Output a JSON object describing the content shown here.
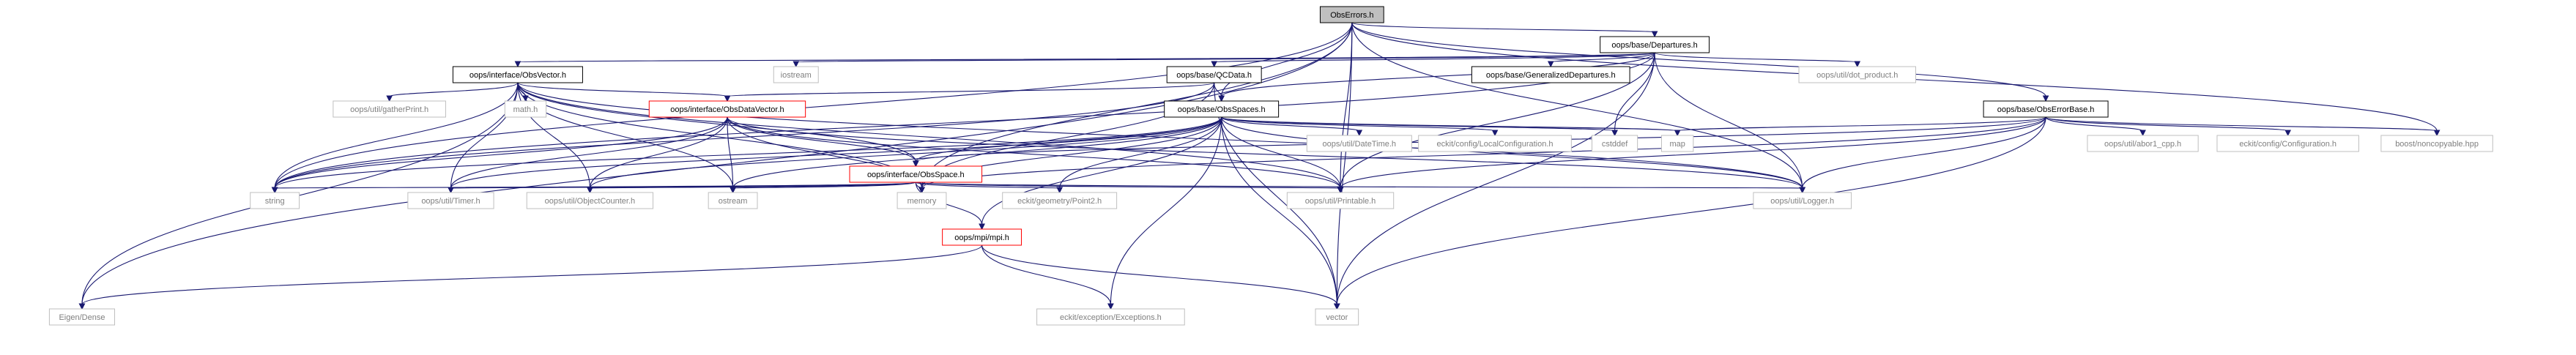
{
  "diagram": {
    "nodes": [
      {
        "id": "obserrors",
        "label": "ObsErrors.h",
        "kind": "root"
      },
      {
        "id": "departures",
        "label": "oops/base/Departures.h",
        "kind": "documented"
      },
      {
        "id": "obsvector",
        "label": "oops/interface/ObsVector.h",
        "kind": "documented"
      },
      {
        "id": "iostream",
        "label": "iostream",
        "kind": "external"
      },
      {
        "id": "qcdata",
        "label": "oops/base/QCData.h",
        "kind": "documented"
      },
      {
        "id": "gendep",
        "label": "oops/base/GeneralizedDepartures.h",
        "kind": "documented"
      },
      {
        "id": "dotproduct",
        "label": "oops/util/dot_product.h",
        "kind": "external"
      },
      {
        "id": "gatherprint",
        "label": "oops/util/gatherPrint.h",
        "kind": "external"
      },
      {
        "id": "mathh",
        "label": "math.h",
        "kind": "external"
      },
      {
        "id": "obsdatavector",
        "label": "oops/interface/ObsDataVector.h",
        "kind": "red"
      },
      {
        "id": "obsspaces",
        "label": "oops/base/ObsSpaces.h",
        "kind": "documented"
      },
      {
        "id": "obserrorbase",
        "label": "oops/base/ObsErrorBase.h",
        "kind": "documented"
      },
      {
        "id": "datetime",
        "label": "oops/util/DateTime.h",
        "kind": "external"
      },
      {
        "id": "localconfig",
        "label": "eckit/config/LocalConfiguration.h",
        "kind": "external"
      },
      {
        "id": "cstddef",
        "label": "cstddef",
        "kind": "external"
      },
      {
        "id": "map",
        "label": "map",
        "kind": "external"
      },
      {
        "id": "abort",
        "label": "oops/util/abor1_cpp.h",
        "kind": "external"
      },
      {
        "id": "configuration",
        "label": "eckit/config/Configuration.h",
        "kind": "external"
      },
      {
        "id": "noncopyable",
        "label": "boost/noncopyable.hpp",
        "kind": "external"
      },
      {
        "id": "obsspace",
        "label": "oops/interface/ObsSpace.h",
        "kind": "red"
      },
      {
        "id": "string",
        "label": "string",
        "kind": "external"
      },
      {
        "id": "timer",
        "label": "oops/util/Timer.h",
        "kind": "external"
      },
      {
        "id": "objectcounter",
        "label": "oops/util/ObjectCounter.h",
        "kind": "external"
      },
      {
        "id": "ostream",
        "label": "ostream",
        "kind": "external"
      },
      {
        "id": "memory",
        "label": "memory",
        "kind": "external"
      },
      {
        "id": "mpih",
        "label": "oops/mpi/mpi.h",
        "kind": "red"
      },
      {
        "id": "point2",
        "label": "eckit/geometry/Point2.h",
        "kind": "external"
      },
      {
        "id": "printable",
        "label": "oops/util/Printable.h",
        "kind": "external"
      },
      {
        "id": "logger",
        "label": "oops/util/Logger.h",
        "kind": "external"
      },
      {
        "id": "eigendense",
        "label": "Eigen/Dense",
        "kind": "external"
      },
      {
        "id": "exceptions",
        "label": "eckit/exception/Exceptions.h",
        "kind": "external"
      },
      {
        "id": "vector",
        "label": "vector",
        "kind": "external"
      }
    ],
    "edges": [
      [
        "obserrors",
        "departures"
      ],
      [
        "obserrors",
        "obsspaces"
      ],
      [
        "obserrors",
        "obserrorbase"
      ],
      [
        "obserrors",
        "noncopyable"
      ],
      [
        "obserrors",
        "string"
      ],
      [
        "obserrors",
        "memory"
      ],
      [
        "obserrors",
        "printable"
      ],
      [
        "obserrors",
        "logger"
      ],
      [
        "obserrors",
        "eigendense"
      ],
      [
        "obserrors",
        "vector"
      ],
      [
        "departures",
        "obsvector"
      ],
      [
        "departures",
        "iostream"
      ],
      [
        "departures",
        "qcdata"
      ],
      [
        "departures",
        "gendep"
      ],
      [
        "departures",
        "dotproduct"
      ],
      [
        "departures",
        "obsspaces"
      ],
      [
        "departures",
        "cstddef"
      ],
      [
        "departures",
        "string"
      ],
      [
        "departures",
        "printable"
      ],
      [
        "departures",
        "logger"
      ],
      [
        "departures",
        "vector"
      ],
      [
        "obsvector",
        "gatherprint"
      ],
      [
        "obsvector",
        "mathh"
      ],
      [
        "obsvector",
        "obsdatavector"
      ],
      [
        "obsvector",
        "obsspace"
      ],
      [
        "obsvector",
        "string"
      ],
      [
        "obsvector",
        "timer"
      ],
      [
        "obsvector",
        "objectcounter"
      ],
      [
        "obsvector",
        "ostream"
      ],
      [
        "obsvector",
        "memory"
      ],
      [
        "obsvector",
        "printable"
      ],
      [
        "obsvector",
        "logger"
      ],
      [
        "obsvector",
        "eigendense"
      ],
      [
        "qcdata",
        "obsdatavector"
      ],
      [
        "qcdata",
        "obsspaces"
      ],
      [
        "qcdata",
        "memory"
      ],
      [
        "qcdata",
        "string"
      ],
      [
        "qcdata",
        "vector"
      ],
      [
        "obsdatavector",
        "obsspace"
      ],
      [
        "obsdatavector",
        "string"
      ],
      [
        "obsdatavector",
        "timer"
      ],
      [
        "obsdatavector",
        "objectcounter"
      ],
      [
        "obsdatavector",
        "ostream"
      ],
      [
        "obsdatavector",
        "memory"
      ],
      [
        "obsdatavector",
        "printable"
      ],
      [
        "obsdatavector",
        "logger"
      ],
      [
        "obsspaces",
        "datetime"
      ],
      [
        "obsspaces",
        "localconfig"
      ],
      [
        "obsspaces",
        "cstddef"
      ],
      [
        "obsspaces",
        "map"
      ],
      [
        "obsspaces",
        "obsspace"
      ],
      [
        "obsspaces",
        "string"
      ],
      [
        "obsspaces",
        "timer"
      ],
      [
        "obsspaces",
        "objectcounter"
      ],
      [
        "obsspaces",
        "ostream"
      ],
      [
        "obsspaces",
        "memory"
      ],
      [
        "obsspaces",
        "mpih"
      ],
      [
        "obsspaces",
        "point2"
      ],
      [
        "obsspaces",
        "printable"
      ],
      [
        "obsspaces",
        "logger"
      ],
      [
        "obsspaces",
        "exceptions"
      ],
      [
        "obsspaces",
        "vector"
      ],
      [
        "obserrorbase",
        "abort"
      ],
      [
        "obserrorbase",
        "configuration"
      ],
      [
        "obserrorbase",
        "noncopyable"
      ],
      [
        "obserrorbase",
        "map"
      ],
      [
        "obserrorbase",
        "obsspace"
      ],
      [
        "obserrorbase",
        "memory"
      ],
      [
        "obserrorbase",
        "printable"
      ],
      [
        "obserrorbase",
        "logger"
      ],
      [
        "obserrorbase",
        "vector"
      ],
      [
        "obsspace",
        "string"
      ],
      [
        "obsspace",
        "timer"
      ],
      [
        "obsspace",
        "objectcounter"
      ],
      [
        "obsspace",
        "ostream"
      ],
      [
        "obsspace",
        "memory"
      ],
      [
        "obsspace",
        "mpih"
      ],
      [
        "obsspace",
        "point2"
      ],
      [
        "obsspace",
        "printable"
      ],
      [
        "obsspace",
        "logger"
      ],
      [
        "mpih",
        "eigendense"
      ],
      [
        "mpih",
        "exceptions"
      ],
      [
        "mpih",
        "vector"
      ]
    ]
  }
}
